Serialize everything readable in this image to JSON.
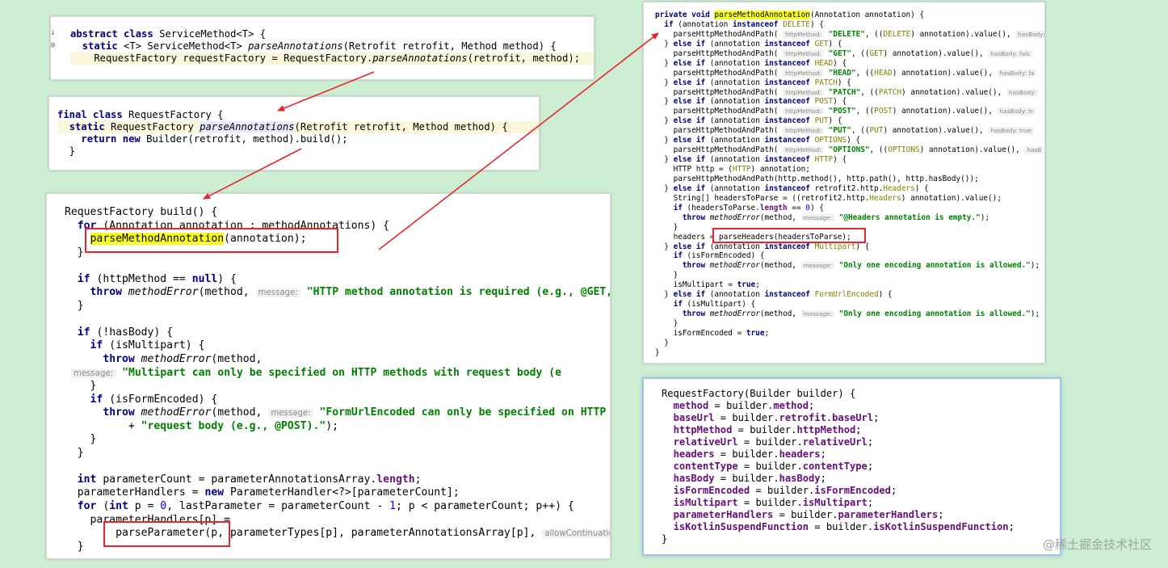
{
  "panel1": {
    "lines": [
      [
        "abstract class ServiceMethod<T> {"
      ],
      [
        "  static <T> ServiceMethod<T> parseAnnotations(Retrofit retrofit, Method method) {"
      ],
      [
        "    RequestFactory requestFactory = RequestFactory.parseAnnotations(retrofit, method);"
      ]
    ],
    "gutter": [
      "↓",
      "⊕"
    ]
  },
  "panel2": {
    "lines": [
      [
        "final class RequestFactory {"
      ],
      [
        "  static RequestFactory parseAnnotations(Retrofit retrofit, Method method) {"
      ],
      [
        "    return new Builder(retrofit, method).build();"
      ],
      [
        "  }"
      ]
    ]
  },
  "panel3": {
    "lines": [
      [
        "RequestFactory build() {"
      ],
      [
        "  for (Annotation annotation : methodAnnotations) {"
      ],
      [
        "    parseMethodAnnotation(annotation);"
      ],
      [
        "  }"
      ],
      [
        ""
      ],
      [
        "  if (httpMethod == null) {"
      ],
      [
        "    throw methodError(method,",
        "message:",
        "\"HTTP method annotation is required (e.g., @GET,"
      ],
      [
        "  }"
      ],
      [
        ""
      ],
      [
        "  if (!hasBody) {"
      ],
      [
        "    if (isMultipart) {"
      ],
      [
        "      throw methodError(method,"
      ],
      [
        "",
        "message:",
        "\"Multipart can only be specified on HTTP methods with request body (e"
      ],
      [
        "    }"
      ],
      [
        "    if (isFormEncoded) {"
      ],
      [
        "      throw methodError(method,",
        "message:",
        "\"FormUrlEncoded can only be specified on HTTP m"
      ],
      [
        "          + \"request body (e.g., @POST).\");"
      ],
      [
        "    }"
      ],
      [
        "  }"
      ],
      [
        ""
      ],
      [
        "  int parameterCount = parameterAnnotationsArray.length;"
      ],
      [
        "  parameterHandlers = new ParameterHandler<?>[parameterCount];"
      ],
      [
        "  for (int p = 0, lastParameter = parameterCount - 1; p < parameterCount; p++) {"
      ],
      [
        "    parameterHandlers[p] ="
      ],
      [
        "        parseParameter(p, parameterTypes[p], parameterAnnotationsArray[p],",
        "allowContinuatio"
      ],
      [
        "  }"
      ]
    ]
  },
  "panel4": {
    "lines": [
      [
        "private void parseMethodAnnotation(Annotation annotation) {"
      ],
      [
        "  if (annotation instanceof DELETE) {"
      ],
      [
        "    parseHttpMethodAndPath(",
        "httpMethod:",
        "\"DELETE\", ((DELETE) annotation).value(),",
        "hasBody:"
      ],
      [
        "  } else if (annotation instanceof GET) {"
      ],
      [
        "    parseHttpMethodAndPath(",
        "httpMethod:",
        "\"GET\", ((GET) annotation).value(),",
        "hasBody: fals"
      ],
      [
        "  } else if (annotation instanceof HEAD) {"
      ],
      [
        "    parseHttpMethodAndPath(",
        "httpMethod:",
        "\"HEAD\", ((HEAD) annotation).value(),",
        "hasBody: fa"
      ],
      [
        "  } else if (annotation instanceof PATCH) {"
      ],
      [
        "    parseHttpMethodAndPath(",
        "httpMethod:",
        "\"PATCH\", ((PATCH) annotation).value(),",
        "hasBody:"
      ],
      [
        "  } else if (annotation instanceof POST) {"
      ],
      [
        "    parseHttpMethodAndPath(",
        "httpMethod:",
        "\"POST\", ((POST) annotation).value(),",
        "hasBody: tr"
      ],
      [
        "  } else if (annotation instanceof PUT) {"
      ],
      [
        "    parseHttpMethodAndPath(",
        "httpMethod:",
        "\"PUT\", ((PUT) annotation).value(),",
        "hasBody: true"
      ],
      [
        "  } else if (annotation instanceof OPTIONS) {"
      ],
      [
        "    parseHttpMethodAndPath(",
        "httpMethod:",
        "\"OPTIONS\", ((OPTIONS) annotation).value(),",
        "hasB"
      ],
      [
        "  } else if (annotation instanceof HTTP) {"
      ],
      [
        "    HTTP http = (HTTP) annotation;"
      ],
      [
        "    parseHttpMethodAndPath(http.method(), http.path(), http.hasBody());"
      ],
      [
        "  } else if (annotation instanceof retrofit2.http.Headers) {"
      ],
      [
        "    String[] headersToParse = ((retrofit2.http.Headers) annotation).value();"
      ],
      [
        "    if (headersToParse.length == 0) {"
      ],
      [
        "      throw methodError(method,",
        "message:",
        "\"@Headers annotation is empty.\");"
      ],
      [
        "    }"
      ],
      [
        "    headers = parseHeaders(headersToParse);"
      ],
      [
        "  } else if (annotation instanceof Multipart) {"
      ],
      [
        "    if (isFormEncoded) {"
      ],
      [
        "      throw methodError(method,",
        "message:",
        "\"Only one encoding annotation is allowed.\");"
      ],
      [
        "    }"
      ],
      [
        "    isMultipart = true;"
      ],
      [
        "  } else if (annotation instanceof FormUrlEncoded) {"
      ],
      [
        "    if (isMultipart) {"
      ],
      [
        "      throw methodError(method,",
        "message:",
        "\"Only one encoding annotation is allowed.\");"
      ],
      [
        "    }"
      ],
      [
        "    isFormEncoded = true;"
      ],
      [
        "  }"
      ],
      [
        "}"
      ]
    ]
  },
  "panel5": {
    "lines": [
      [
        "RequestFactory(Builder builder) {"
      ],
      [
        "  method = builder.method;"
      ],
      [
        "  baseUrl = builder.retrofit.baseUrl;"
      ],
      [
        "  httpMethod = builder.httpMethod;"
      ],
      [
        "  relativeUrl = builder.relativeUrl;"
      ],
      [
        "  headers = builder.headers;"
      ],
      [
        "  contentType = builder.contentType;"
      ],
      [
        "  hasBody = builder.hasBody;"
      ],
      [
        "  isFormEncoded = builder.isFormEncoded;"
      ],
      [
        "  isMultipart = builder.isMultipart;"
      ],
      [
        "  parameterHandlers = builder.parameterHandlers;"
      ],
      [
        "  isKotlinSuspendFunction = builder.isKotlinSuspendFunction;"
      ],
      [
        "}"
      ]
    ]
  },
  "watermark": "@稀土掘金技术社区",
  "colors": {
    "background": "#cdeed3",
    "arrow": "#e5262c",
    "keyword": "#000080",
    "field": "#660e7a",
    "string": "#008000"
  }
}
